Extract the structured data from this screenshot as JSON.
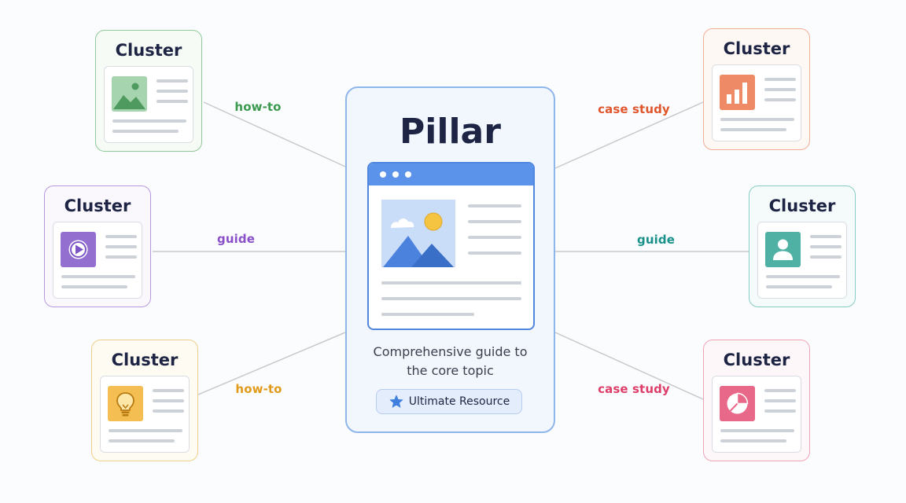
{
  "pillar": {
    "title": "Pillar",
    "description_line1": "Comprehensive guide to",
    "description_line2": "the core topic",
    "badge_label": "Ultimate Resource",
    "badge_icon": "star-icon"
  },
  "clusters": [
    {
      "id": "top-left",
      "title": "Cluster",
      "link_label": "how-to",
      "color": "#5aa469",
      "icon": "image-icon"
    },
    {
      "id": "mid-left",
      "title": "Cluster",
      "link_label": "guide",
      "color": "#8b63c7",
      "icon": "play-icon"
    },
    {
      "id": "bottom-left",
      "title": "Cluster",
      "link_label": "how-to",
      "color": "#eab54f",
      "icon": "lightbulb-icon"
    },
    {
      "id": "top-right",
      "title": "Cluster",
      "link_label": "case study",
      "color": "#e9764f",
      "icon": "bar-chart-icon"
    },
    {
      "id": "mid-right",
      "title": "Cluster",
      "link_label": "guide",
      "color": "#3fa59a",
      "icon": "user-icon"
    },
    {
      "id": "bottom-right",
      "title": "Cluster",
      "link_label": "case study",
      "color": "#e1587a",
      "icon": "pie-chart-icon"
    }
  ],
  "label_colors": {
    "top-left": "#3c9a4f",
    "mid-left": "#8a4fc9",
    "bottom-left": "#e29a1b",
    "top-right": "#e0562c",
    "mid-right": "#19918a",
    "bottom-right": "#dd3e69"
  }
}
